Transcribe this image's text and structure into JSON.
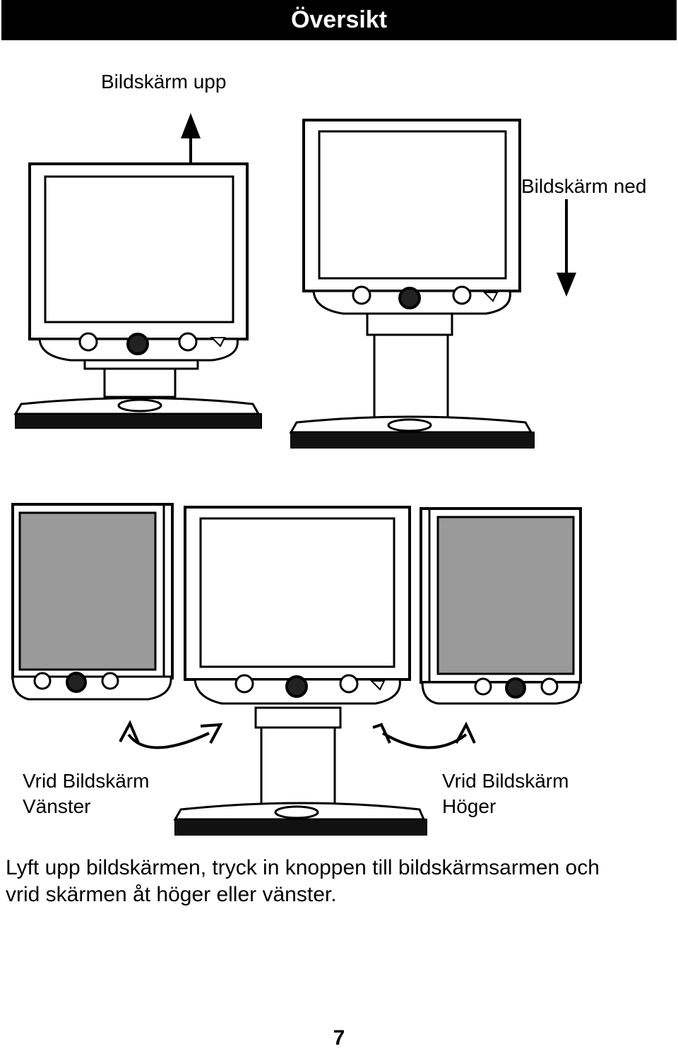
{
  "header": {
    "title": "Översikt"
  },
  "labels": {
    "monitor_up": "Bildskärm upp",
    "monitor_down": "Bildskärm ned",
    "rotate_left_line1": "Vrid Bildskärm",
    "rotate_left_line2": "Vänster",
    "rotate_right_line1": "Vrid Bildskärm",
    "rotate_right_line2": "Höger"
  },
  "caption": {
    "line1": "Lyft upp bildskärmen, tryck in knoppen till bildskärmsarmen och",
    "line2": "vrid skärmen åt höger eller vänster."
  },
  "page_number": "7",
  "icons": [
    "arrow-up-icon",
    "arrow-down-icon",
    "curved-arrow-left-icon",
    "curved-arrow-right-icon"
  ],
  "colors": {
    "header_bg": "#000000",
    "header_text": "#ffffff",
    "panel_gray": "#9a9a9a"
  }
}
